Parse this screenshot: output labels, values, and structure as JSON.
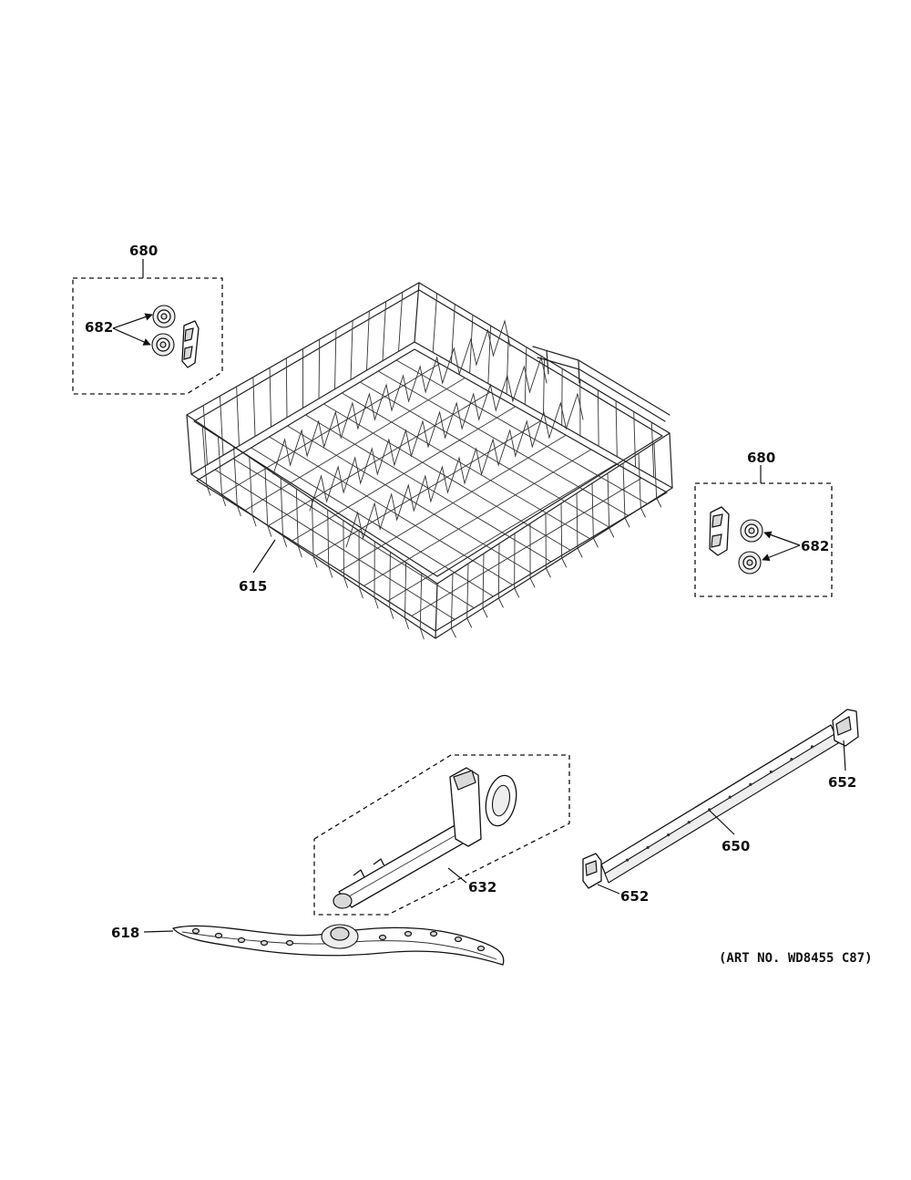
{
  "callouts": {
    "c680_left": "680",
    "c682_left": "682",
    "c680_right": "680",
    "c682_right": "682",
    "c615": "615",
    "c632": "632",
    "c618": "618",
    "c650": "650",
    "c652_top": "652",
    "c652_bottom": "652"
  },
  "art_reference": "(ART NO. WD8455 C87)"
}
